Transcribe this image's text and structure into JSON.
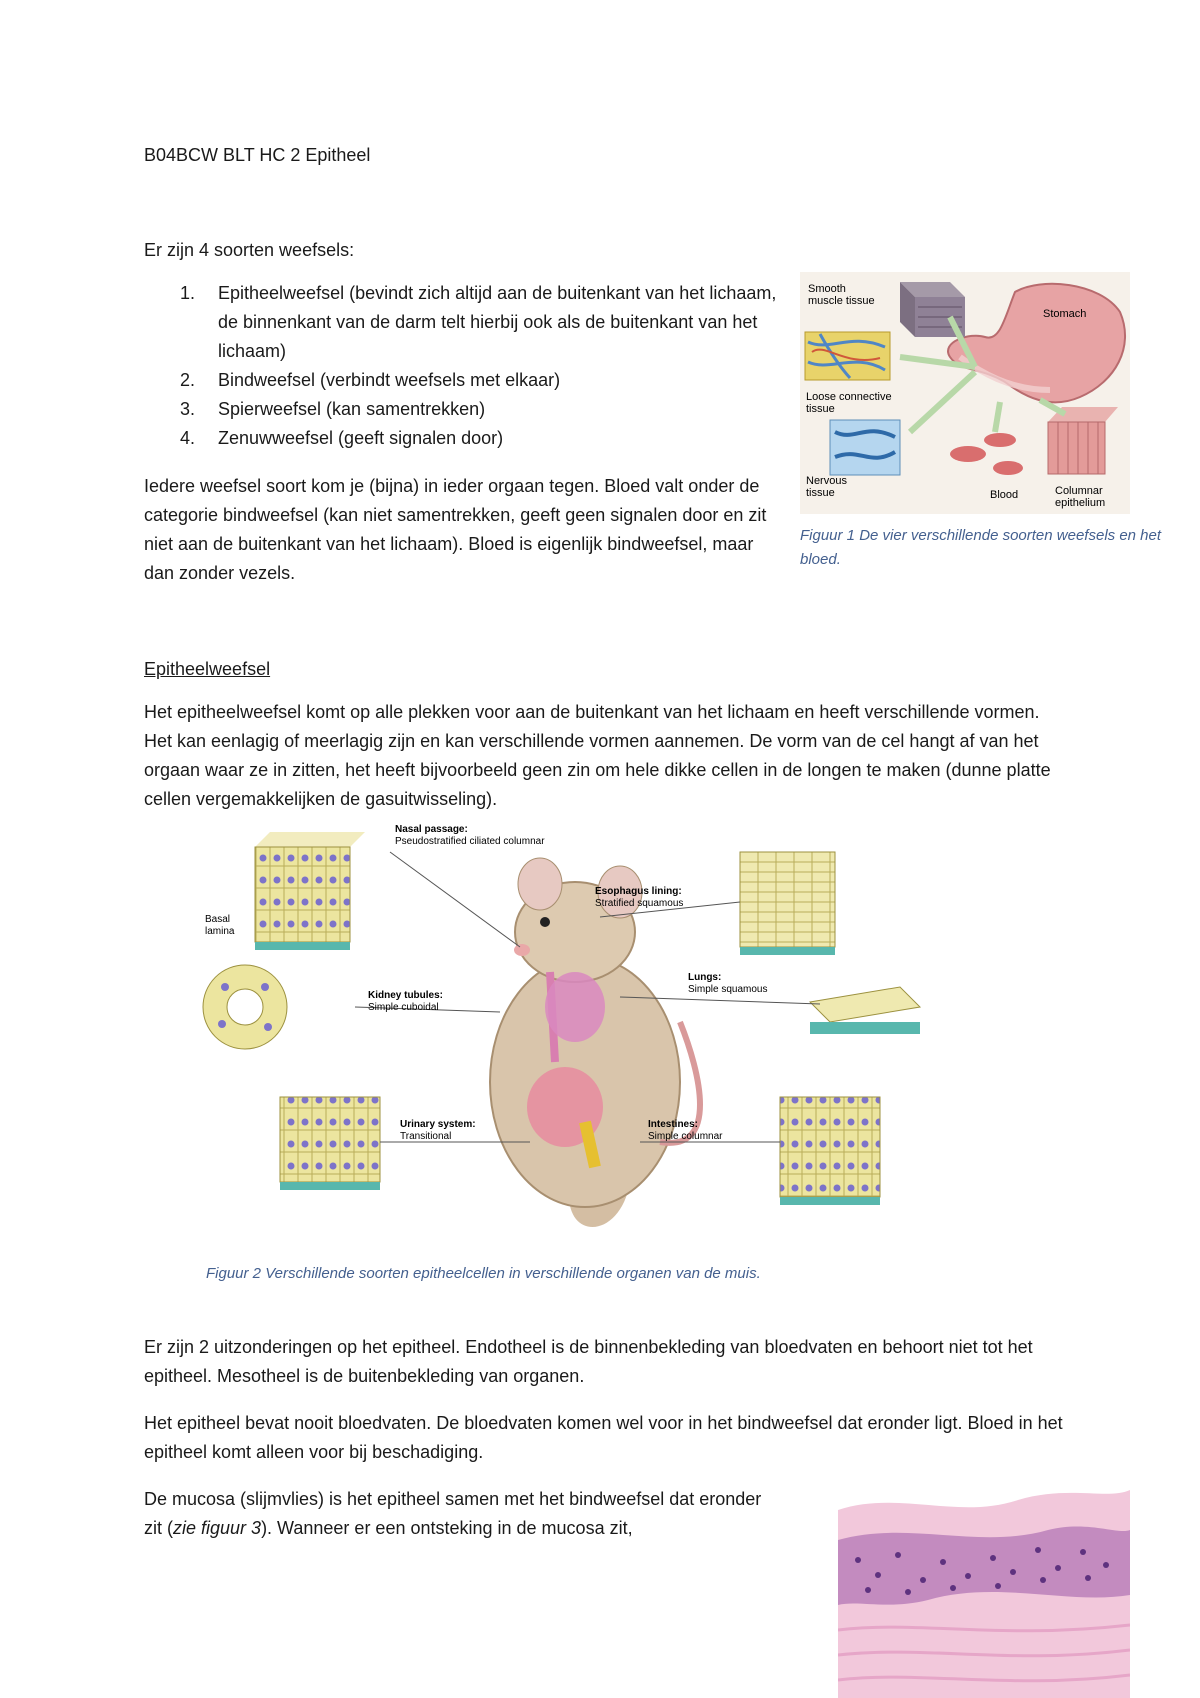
{
  "doc": {
    "title": "B04BCW BLT HC 2 Epitheel",
    "intro": "Er zijn 4 soorten weefsels:",
    "list": [
      {
        "num": "1.",
        "text": "Epitheelweefsel (bevindt zich altijd aan de buitenkant van het lichaam, de binnenkant van de darm telt hierbij ook als de buitenkant van het lichaam)"
      },
      {
        "num": "2.",
        "text": "Bindweefsel (verbindt weefsels met elkaar)"
      },
      {
        "num": "3.",
        "text": "Spierweefsel (kan samentrekken)"
      },
      {
        "num": "4.",
        "text": "Zenuwweefsel (geeft signalen door)"
      }
    ],
    "para1": "Iedere weefsel soort kom je (bijna) in ieder orgaan tegen. Bloed valt onder de categorie bindweefsel (kan niet samentrekken, geeft geen signalen door en zit niet aan de buitenkant van het lichaam). Bloed is eigenlijk bindweefsel, maar dan zonder vezels.",
    "heading": "Epitheelweefsel",
    "para2": "Het epitheelweefsel komt op alle plekken voor aan de buitenkant van het lichaam en heeft verschillende vormen. Het kan eenlagig of meerlagig zijn en kan verschillende vormen aannemen. De vorm van de cel hangt af van het orgaan waar ze in zitten, het heeft bijvoorbeeld geen zin om hele dikke cellen in de longen te maken (dunne platte cellen vergemakkelijken de gasuitwisseling).",
    "para3": "Er zijn 2 uitzonderingen op het epitheel. Endotheel is de binnenbekleding van bloedvaten en behoort niet tot het epitheel. Mesotheel is de buitenbekleding van organen.",
    "para4": "Het epitheel bevat nooit bloedvaten. De bloedvaten komen wel voor in het bindweefsel dat eronder ligt. Bloed in het epitheel komt alleen voor bij beschadiging.",
    "para5_a": "De mucosa (slijmvlies) is het epitheel samen met het bindweefsel dat eronder zit (",
    "para5_em": "zie figuur 3",
    "para5_b": "). Wanneer er een ontsteking in de mucosa zit,"
  },
  "figure1": {
    "caption": "Figuur 1 De vier verschillende soorten weefsels en het bloed.",
    "labels": {
      "smooth1": "Smooth",
      "smooth2": "muscle tissue",
      "stomach": "Stomach",
      "loose1": "Loose connective",
      "loose2": "tissue",
      "nervous1": "Nervous",
      "nervous2": "tissue",
      "blood": "Blood",
      "columnar1": "Columnar",
      "columnar2": "epithelium"
    }
  },
  "figure2": {
    "caption": "Figuur 2 Verschillende soorten epitheelcellen in verschillende organen van de muis.",
    "labels": {
      "nasal1": "Nasal passage:",
      "nasal2": "Pseudostratified ciliated columnar",
      "basal1": "Basal",
      "basal2": "lamina",
      "esoph1": "Esophagus lining:",
      "esoph2": "Stratified squamous",
      "lungs1": "Lungs:",
      "lungs2": "Simple squamous",
      "kidney1": "Kidney tubules:",
      "kidney2": "Simple cuboidal",
      "urinary1": "Urinary system:",
      "urinary2": "Transitional",
      "intest1": "Intestines:",
      "intest2": "Simple columnar"
    }
  },
  "colors": {
    "caption": "#44608f",
    "epithelium_yellow": "#e9e19a",
    "basal_teal": "#58b7ad",
    "nucleus_purple": "#7d73c9",
    "stain_pink": "#e7a6c7",
    "stain_purple": "#6a3f8e"
  }
}
